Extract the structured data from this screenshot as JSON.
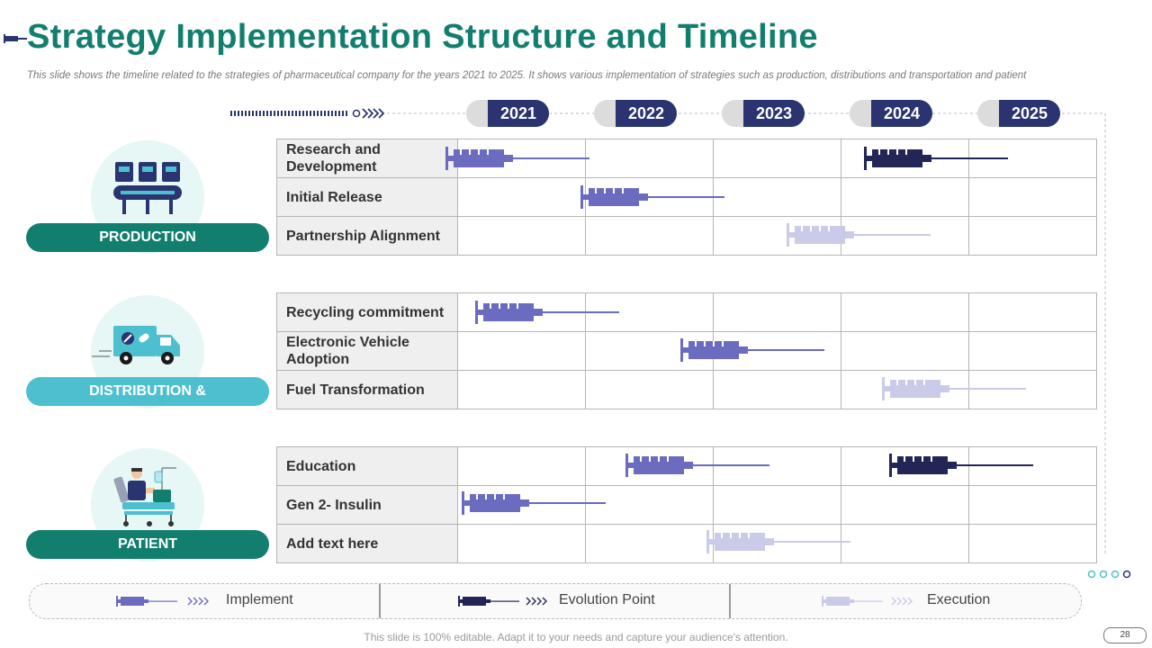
{
  "header": {
    "title": "Strategy Implementation Structure and Timeline",
    "subtitle": "This slide shows the timeline related to the strategies of pharmaceutical company for the years 2021 to 2025. It shows various implementation of strategies such as production, distributions and transportation and patient"
  },
  "years": [
    "2021",
    "2022",
    "2023",
    "2024",
    "2025"
  ],
  "colors": {
    "title": "#127e6e",
    "implement": "#6b6bc0",
    "evolution": "#222555",
    "execution": "#c9cbe8",
    "year_pill": "#2a3470",
    "production_pill": "#127e6e",
    "distribution_pill": "#4cc0cf",
    "patient_pill": "#127e6e"
  },
  "categories": [
    {
      "label": "PRODUCTION",
      "icon": "production-line-icon",
      "rows": [
        {
          "label": "Research and Development"
        },
        {
          "label": "Initial Release"
        },
        {
          "label": "Partnership Alignment"
        }
      ]
    },
    {
      "label": "DISTRIBUTION & TRANSPORTATION",
      "icon": "delivery-truck-icon",
      "rows": [
        {
          "label": "Recycling commitment"
        },
        {
          "label": "Electronic Vehicle Adoption"
        },
        {
          "label": "Fuel Transformation"
        }
      ]
    },
    {
      "label": "PATIENT",
      "icon": "patient-chair-icon",
      "rows": [
        {
          "label": "Education"
        },
        {
          "label": "Gen 2- Insulin"
        },
        {
          "label": "Add text here"
        }
      ]
    }
  ],
  "legend": {
    "implement": "Implement",
    "evolution": "Evolution Point",
    "execution": "Execution"
  },
  "footer": {
    "note": "This slide is 100% editable. Adapt it to your needs and capture your audience's attention.",
    "page": "28"
  }
}
